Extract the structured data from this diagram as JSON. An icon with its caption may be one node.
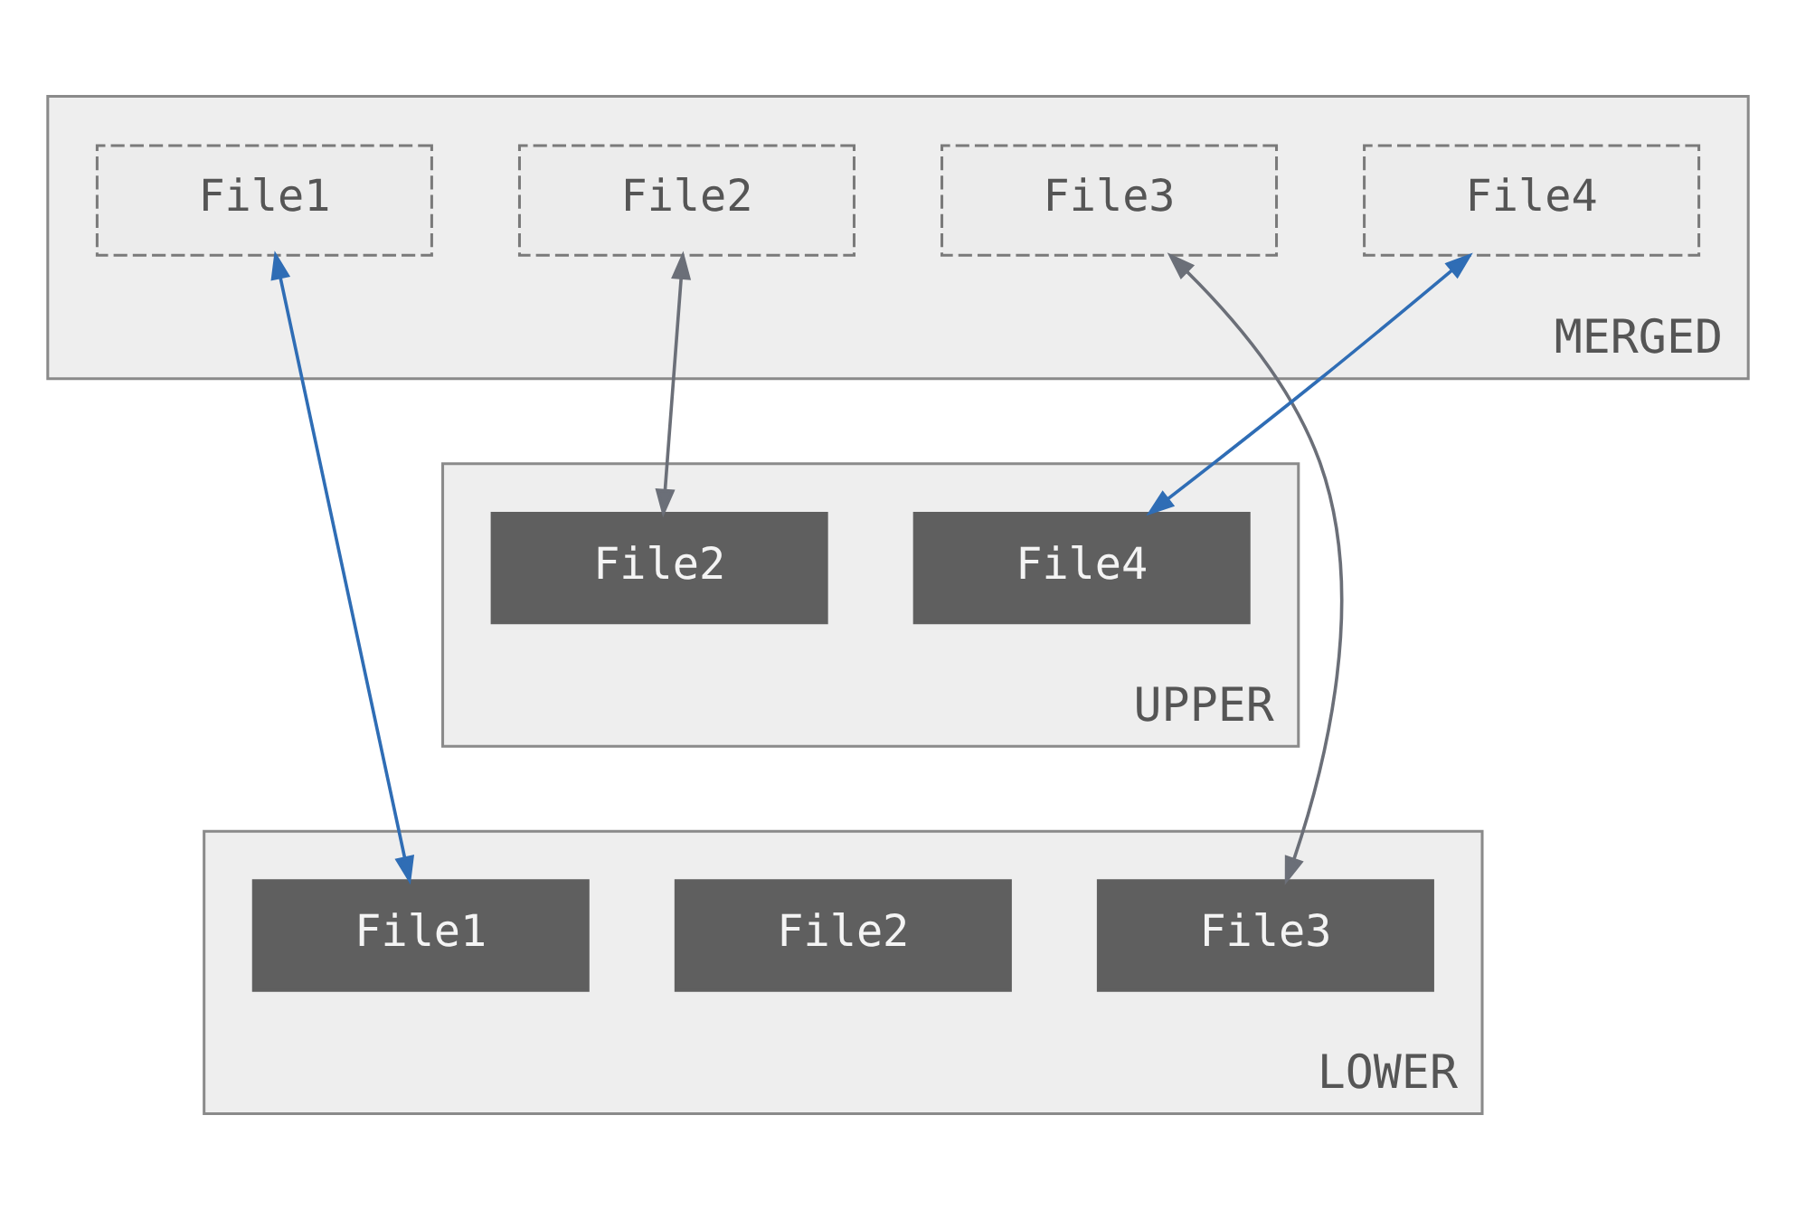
{
  "diagram": {
    "nodes": [
      {
        "text": [
          "MERGED"
        ]
      },
      {
        "text": [
          "File1"
        ],
        "in": 0
      },
      {
        "text": [
          "File2"
        ],
        "in": 0
      },
      {
        "text": [
          "File3"
        ],
        "in": 0
      },
      {
        "text": [
          "File4"
        ],
        "in": 0
      },
      {
        "text": [
          "UPPER"
        ]
      },
      {
        "text": [
          "File2"
        ],
        "in": 5
      },
      {
        "text": [
          "File4"
        ],
        "in": 5
      },
      {
        "text": [
          "LOWER"
        ]
      },
      {
        "text": [
          "File1"
        ],
        "in": 8
      },
      {
        "text": [
          "File2"
        ],
        "in": 8
      },
      {
        "text": [
          "File3"
        ],
        "in": 8
      }
    ],
    "edges": [
      {
        "from": 1,
        "to": 9,
        "arrow": "both"
      },
      {
        "from": 2,
        "to": 6,
        "arrow": "both",
        "color": "#6b6f78"
      },
      {
        "from": 3,
        "to": 11,
        "arrow": "both",
        "color": "#6b6f78"
      },
      {
        "from": 4,
        "to": 7,
        "arrow": "both"
      }
    ]
  }
}
